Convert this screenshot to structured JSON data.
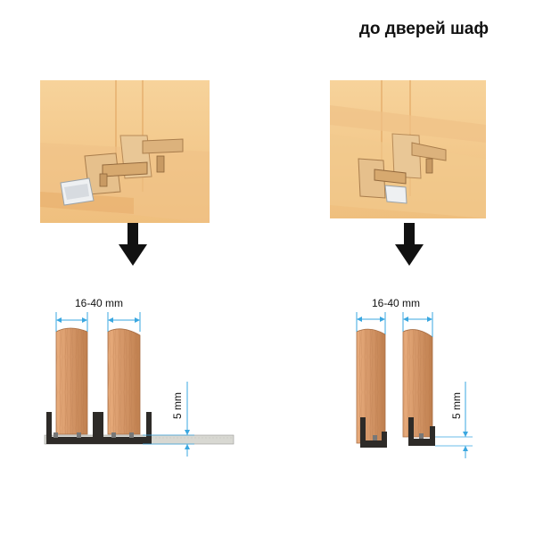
{
  "title": "до дверей шаф",
  "left_panel": {
    "width_label": "16-40 mm",
    "gap_label": "5 mm"
  },
  "right_panel": {
    "width_label": "16-40 mm",
    "gap_label": "5 mm"
  },
  "colors": {
    "wood_light": "#f3c98d",
    "wood_edge": "#e6b06a",
    "door_wood": "#cf9466",
    "door_wood_dark": "#b77a4f",
    "dimension_blue": "#3aa7e0",
    "arrow": "#111111"
  }
}
